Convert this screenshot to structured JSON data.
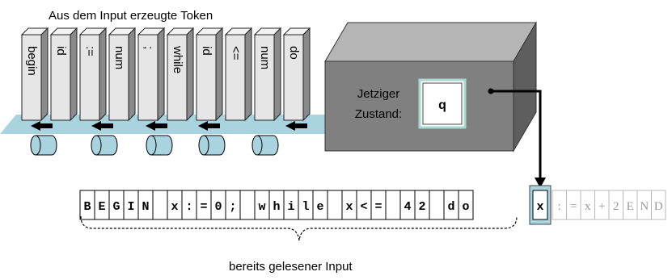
{
  "top_caption": "Aus dem Input erzeugte Token",
  "tokens": [
    "begin",
    "id",
    ":=",
    "num",
    ";",
    "while",
    "id",
    "<=",
    "num",
    "do"
  ],
  "machine": {
    "state_label_line1": "Jetziger",
    "state_label_line2": "Zustand:",
    "state_value": "q"
  },
  "tape_read": [
    "B",
    "E",
    "G",
    "I",
    "N",
    " ",
    "x",
    ":",
    "=",
    "0",
    ";",
    " ",
    "w",
    "h",
    "i",
    "l",
    "e",
    " ",
    "x",
    "<",
    "=",
    " ",
    "4",
    "2",
    " ",
    "d",
    "o"
  ],
  "tape_current": "x",
  "tape_unread": [
    ":",
    "=",
    "x",
    "+",
    "2",
    "E",
    "N",
    "D"
  ],
  "bottom_caption": "bereits gelesener Input",
  "colors": {
    "belt": "#a9d4df",
    "token_face": "#e6e6e6",
    "token_side": "#8a8a8a",
    "machine_front": "#808080",
    "machine_top": "#b5b5b5",
    "machine_side": "#5e5e5e",
    "state_box_border": "#a8d8cf"
  }
}
